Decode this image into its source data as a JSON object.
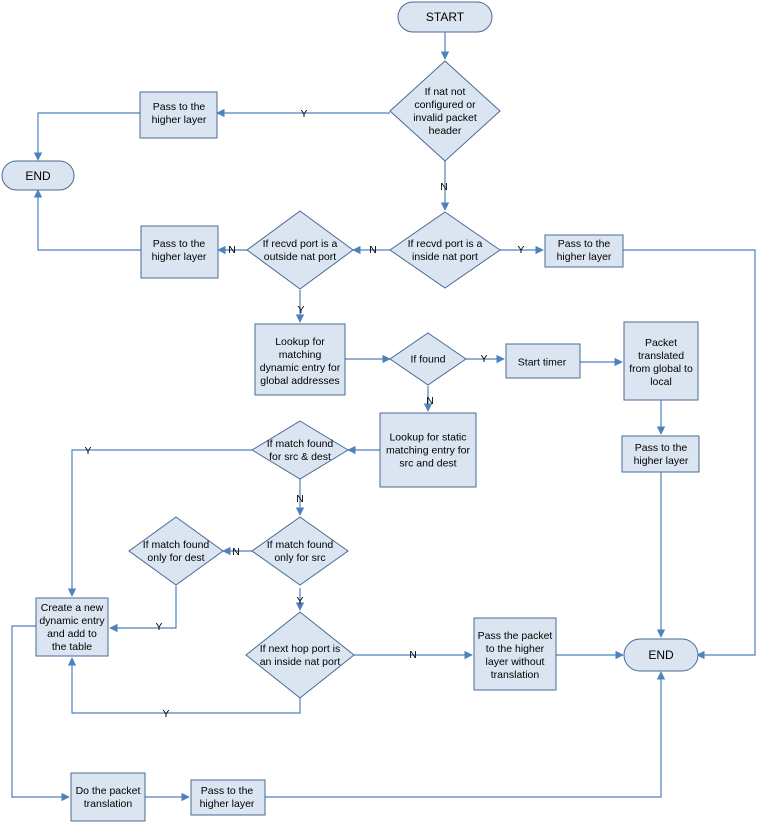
{
  "nodes": {
    "start": "START",
    "end_left": "END",
    "end_right": "END",
    "d_nat": [
      "If nat not",
      "configured or",
      "invalid packet",
      "header"
    ],
    "p_higher1": [
      "Pass to the",
      "higher layer"
    ],
    "d_inside": [
      "If recvd port is a",
      "inside nat port"
    ],
    "d_outside": [
      "If recvd port is a",
      "outside nat port"
    ],
    "p_higher2": [
      "Pass to the",
      "higher layer"
    ],
    "p_higher3": [
      "Pass to the",
      "higher layer"
    ],
    "p_lookup_dyn": [
      "Lookup for",
      "matching",
      "dynamic entry for",
      "global addresses"
    ],
    "d_found": [
      "If found"
    ],
    "p_timer": [
      "Start timer"
    ],
    "p_translated": [
      "Packet",
      "translated",
      "from global to",
      "local"
    ],
    "p_higher4": [
      "Pass to the",
      "higher layer"
    ],
    "p_lookup_static": [
      "Lookup for static",
      "matching entry for",
      "src and dest"
    ],
    "d_src_dest": [
      "If match found",
      "for src & dest"
    ],
    "d_src": [
      "If match found",
      "only for src"
    ],
    "d_dest": [
      "If match found",
      "only for dest"
    ],
    "p_create": [
      "Create a new",
      "dynamic entry",
      "and add to",
      "the table"
    ],
    "d_nexthop": [
      "If next hop port is",
      "an inside nat port"
    ],
    "p_pass_no_trans": [
      "Pass the packet",
      "to the higher",
      "layer without",
      "translation"
    ],
    "p_do_trans": [
      "Do the packet",
      "translation"
    ],
    "p_higher5": [
      "Pass to the",
      "higher layer"
    ]
  },
  "edge_labels": {
    "nat_yes": "Y",
    "nat_no": "N",
    "inside_yes": "Y",
    "inside_no": "N",
    "outside_no": "N",
    "outside_yes": "Y",
    "found_yes": "Y",
    "found_no": "N",
    "srcdest_yes": "Y",
    "srcdest_no": "N",
    "src_no": "N",
    "src_yes": "Y",
    "dest_yes": "Y",
    "nexthop_no": "N",
    "nexthop_yes": "Y"
  }
}
